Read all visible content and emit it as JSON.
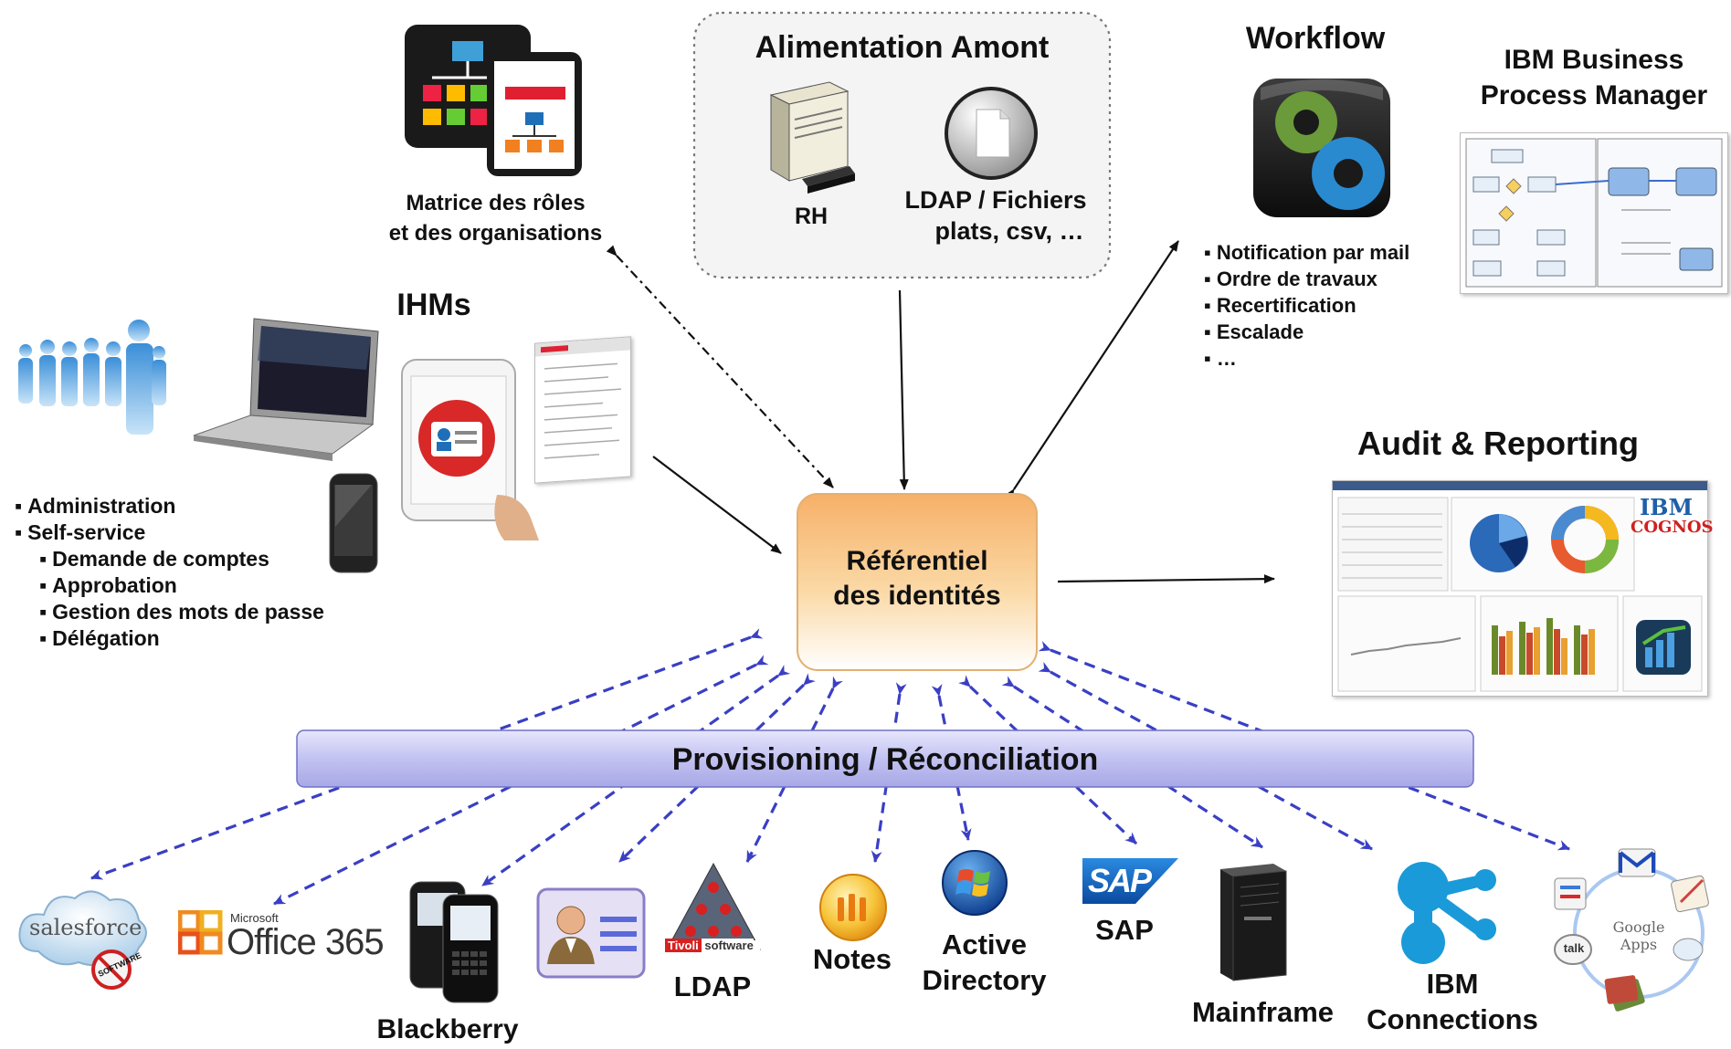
{
  "matrice": {
    "line1": "Matrice des rôles",
    "line2": "et des organisations"
  },
  "alimentation": {
    "title": "Alimentation Amont",
    "rh": "RH",
    "ldap_line1": "LDAP / Fichiers",
    "ldap_line2": "plats, csv, …"
  },
  "workflow": {
    "title": "Workflow",
    "items": [
      "Notification par mail",
      "Ordre de travaux",
      "Recertification",
      "Escalade",
      "…"
    ]
  },
  "ibm_bpm": {
    "line1": "IBM Business",
    "line2": "Process Manager"
  },
  "ihms": {
    "title": "IHMs",
    "items": [
      {
        "text": "Administration",
        "level": 1
      },
      {
        "text": "Self-service",
        "level": 1
      },
      {
        "text": "Demande de comptes",
        "level": 2
      },
      {
        "text": "Approbation",
        "level": 2
      },
      {
        "text": "Gestion des mots de passe",
        "level": 2
      },
      {
        "text": "Délégation",
        "level": 2
      }
    ]
  },
  "audit": {
    "title": "Audit & Reporting",
    "cognos_line1": "IBM",
    "cognos_line2": "COGNOS"
  },
  "center": {
    "line1": "Référentiel",
    "line2": "des identités"
  },
  "provisioning": {
    "label": "Provisioning / Réconciliation"
  },
  "targets": {
    "salesforce": "salesforce",
    "salesforce_badge": "SOFTWARE",
    "office_small": "Microsoft",
    "office": "Office 365",
    "blackberry": "Blackberry",
    "ldap": "LDAP",
    "tivoli": "Tivoli",
    "tivoli_software": "software",
    "notes": "Notes",
    "ad_line1": "Active",
    "ad_line2": "Directory",
    "sap_logo": "SAP",
    "sap": "SAP",
    "mainframe": "Mainframe",
    "ibm_conn_line1": "IBM",
    "ibm_conn_line2": "Connections",
    "google_apps": "Google Apps",
    "talk": "talk"
  },
  "colors": {
    "provisioning_bar": "#c8c8f4",
    "center_top": "#f8c080",
    "dashed_arrow": "#3a3fc4"
  }
}
